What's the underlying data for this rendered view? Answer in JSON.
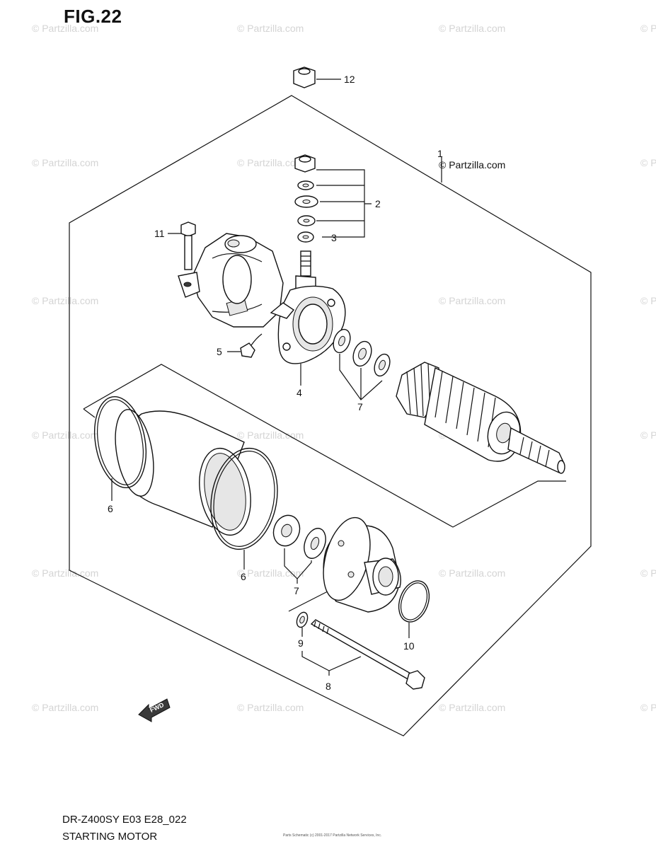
{
  "figure": {
    "title": "FIG.22",
    "model_code": "DR-Z400SY E03 E28_022",
    "caption": "STARTING MOTOR",
    "fine_print": "Parts Schematic (c) 2001-2017 Partzilla Network Services, Inc."
  },
  "watermark": {
    "text": "© Partzilla.com",
    "highlight_text": "© Partzilla.com"
  },
  "callouts": [
    "1",
    "2",
    "3",
    "4",
    "5",
    "6",
    "6",
    "7",
    "7",
    "8",
    "9",
    "10",
    "11",
    "12"
  ],
  "fwd_label": "FWD",
  "colors": {
    "line": "#111111",
    "watermark": "#d4d4d4",
    "background": "#ffffff"
  }
}
